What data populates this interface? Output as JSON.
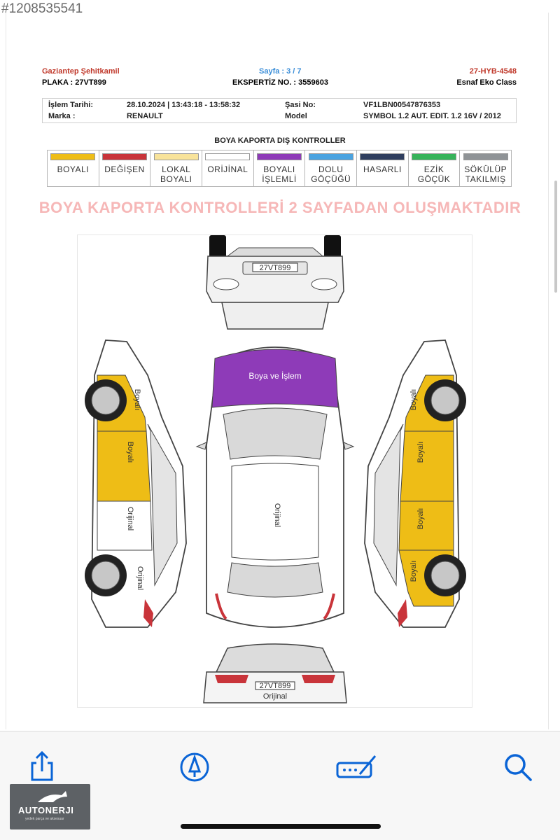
{
  "image_id_watermark": "#1208535541",
  "header": {
    "city": "Gaziantep Şehitkamil",
    "page": "Sayfa : 3 / 7",
    "report_code": "27-HYB-4548",
    "plate": "PLAKA : 27VT899",
    "expertise_no": "EKSPERTİZ NO. : 3559603",
    "package": "Esnaf Eko Class"
  },
  "info": {
    "date_label": "İşlem Tarihi:",
    "date_value": "28.10.2024 | 13:43:18 - 13:58:32",
    "chassis_label": "Şasi No:",
    "chassis_value": "VF1LBN00547876353",
    "brand_label": "Marka :",
    "brand_value": "RENAULT",
    "model_label": "Model",
    "model_value": "SYMBOL 1.2 AUT. EDIT. 1.2 16V / 2012"
  },
  "section_title": "BOYA KAPORTA DIŞ KONTROLLER",
  "legend": [
    {
      "label": "BOYALI",
      "color": "#eebd16"
    },
    {
      "label": "DEĞİŞEN",
      "color": "#c9343a"
    },
    {
      "label": "LOKAL\nBOYALI",
      "color": "#f8e39a"
    },
    {
      "label": "ORİJİNAL",
      "color": "#ffffff"
    },
    {
      "label": "BOYALI\nİŞLEMLİ",
      "color": "#8e3bb8"
    },
    {
      "label": "DOLU\nGÖÇÜĞÜ",
      "color": "#4aa3e0"
    },
    {
      "label": "HASARLI",
      "color": "#2f3e5e"
    },
    {
      "label": "EZİK\nGÖÇÜK",
      "color": "#36b35a"
    },
    {
      "label": "SÖKÜLÜP\nTAKILMIŞ",
      "color": "#8f9396"
    }
  ],
  "notice": "BOYA KAPORTA KONTROLLERİ 2 SAYFADAN OLUŞMAKTADIR",
  "diagram": {
    "front_plate": "27VT899",
    "rear_plate": "27VT899",
    "hood_label": "Boya ve İşlem",
    "roof_label": "Orijinal",
    "rear_label": "Orijinal",
    "left_side": {
      "front_fender": "Boyalı",
      "front_door": "Boyalı",
      "rear_door": "Orijinal",
      "rear_fender": "Orijinal"
    },
    "right_side": {
      "front_fender": "Boyalı",
      "front_door": "Boyalı",
      "rear_door": "Boyalı",
      "rear_fender": "Boyalı"
    }
  },
  "colors": {
    "painted": "#eebd16",
    "processed": "#8e3bb8",
    "accent_red": "#c0392b",
    "accent_blue": "#3b8ed8",
    "ios_blue": "#0a64d6"
  },
  "toolbar": {
    "share": "share-icon",
    "markup": "markup-pen-icon",
    "sign": "signature-icon",
    "search": "search-icon"
  },
  "logo": {
    "name": "AUTONERJI",
    "tagline": "yedek parça ve aksesuar"
  }
}
